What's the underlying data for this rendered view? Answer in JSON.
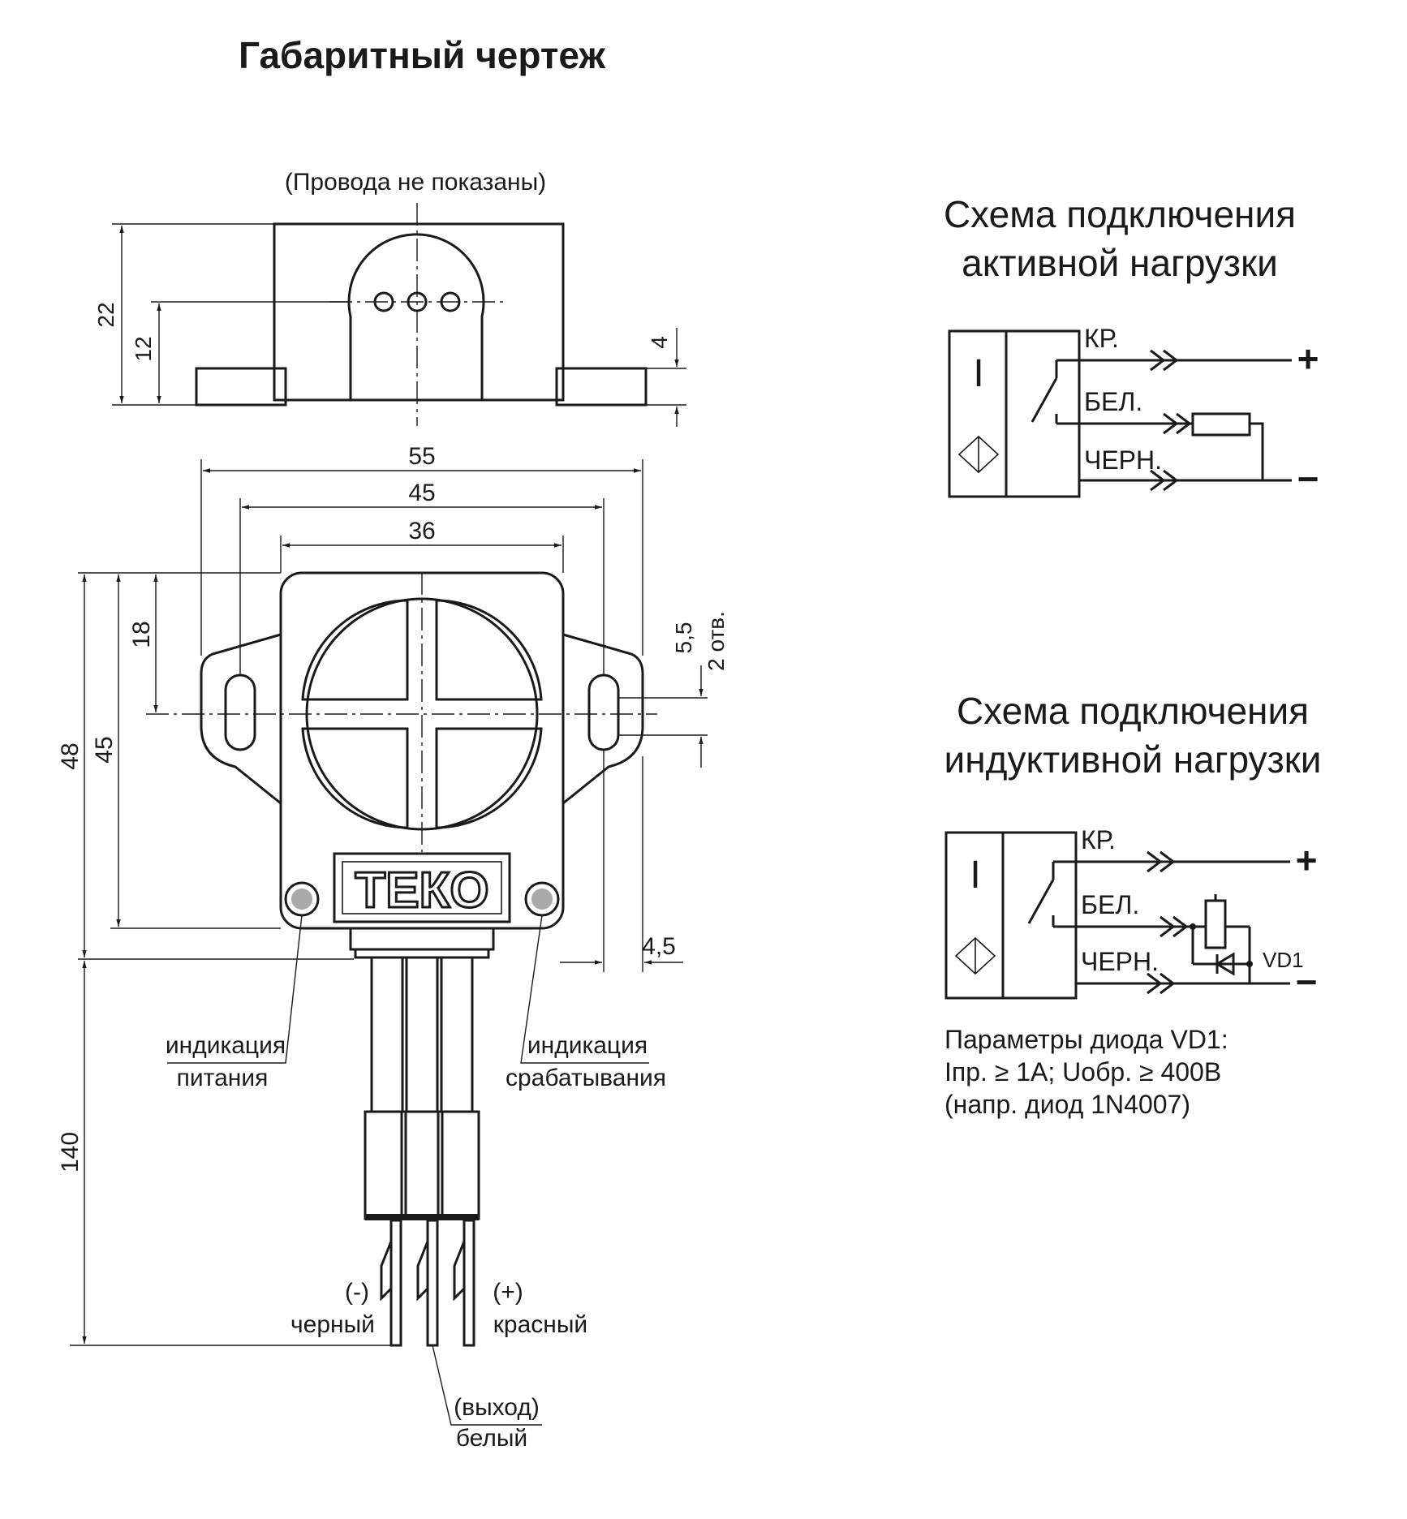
{
  "title": "Габаритный чертеж",
  "side_view": {
    "note": "(Провода не показаны)",
    "dims": {
      "total_height": "22",
      "axis_height": "12",
      "flange": "4"
    }
  },
  "front_view": {
    "dims": {
      "width_55": "55",
      "width_45": "45",
      "width_36": "36",
      "height_48": "48",
      "height_45": "45",
      "hole_offset": "18",
      "hole_dia": "5,5",
      "hole_count": "2 отв.",
      "flange_width": "4,5",
      "cable_length": "140"
    },
    "logo": "ТЕКО",
    "labels": {
      "power_ind_1": "индикация",
      "power_ind_2": "питания",
      "trigger_ind_1": "индикация",
      "trigger_ind_2": "срабатывания",
      "wire_minus": "(-)",
      "wire_black": "черный",
      "wire_plus": "(+)",
      "wire_red": "красный",
      "wire_out": "(выход)",
      "wire_white": "белый"
    }
  },
  "scheme_active": {
    "title_1": "Схема подключения",
    "title_2": "активной нагрузки",
    "sensor_symbol": "I",
    "wire_red": "КР.",
    "wire_white": "БЕЛ.",
    "wire_black": "ЧЕРН.",
    "plus": "+",
    "minus": "−"
  },
  "scheme_inductive": {
    "title_1": "Схема подключения",
    "title_2": "индуктивной нагрузки",
    "sensor_symbol": "I",
    "wire_red": "КР.",
    "wire_white": "БЕЛ.",
    "wire_black": "ЧЕРН.",
    "plus": "+",
    "minus": "−",
    "diode": "VD1"
  },
  "diode_params": {
    "line_1": "Параметры диода VD1:",
    "line_2": "Iпр. ≥ 1А; Uобр. ≥ 400В",
    "line_3": "(напр. диод 1N4007)"
  }
}
